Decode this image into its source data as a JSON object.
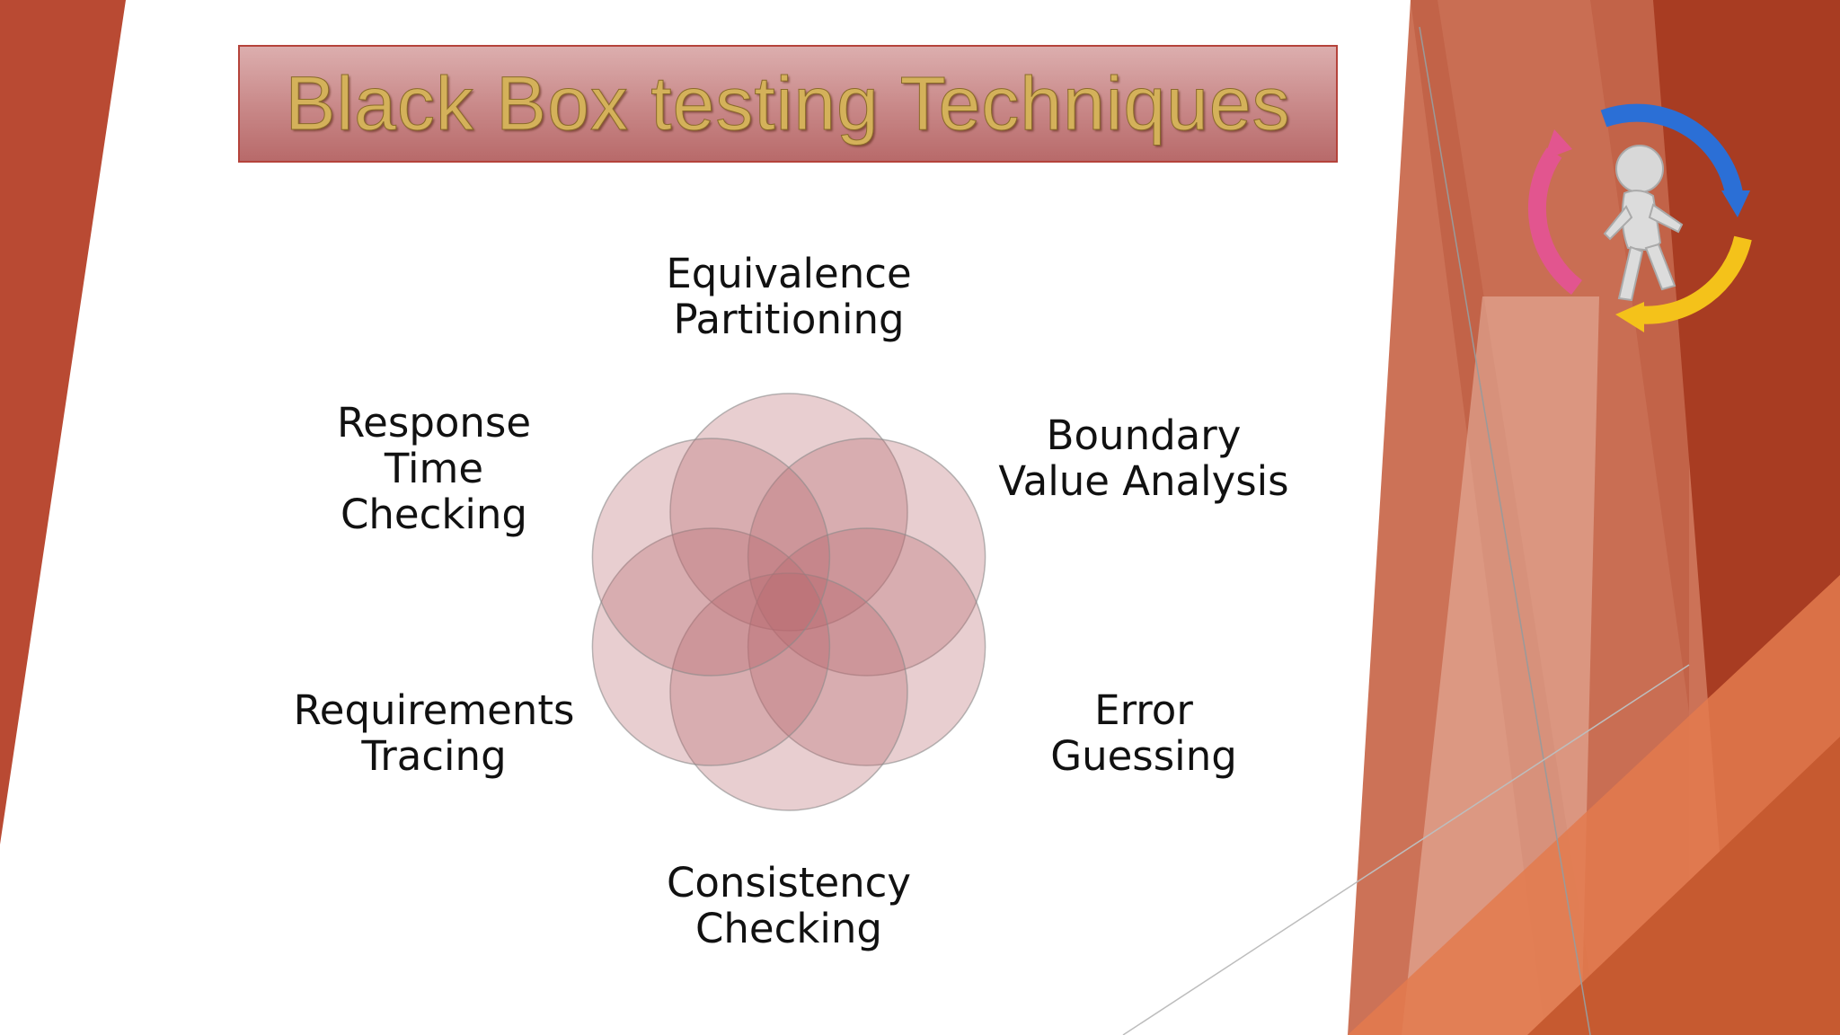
{
  "slide": {
    "title": "Black Box testing Techniques"
  },
  "diagram": {
    "type": "venn-petals",
    "items": [
      "Equivalence\nPartitioning",
      "Boundary\nValue Analysis",
      "Error\nGuessing",
      "Consistency\nChecking",
      "Requirements\nTracing",
      "Response\nTime\nChecking"
    ]
  },
  "colors": {
    "accent_orange": "#c8482f",
    "circle_fill": "#b8686c",
    "title_text": "#d4b15a",
    "title_border": "#b5433b"
  },
  "icons": {
    "cycle": "person-walking-cycle-icon"
  }
}
